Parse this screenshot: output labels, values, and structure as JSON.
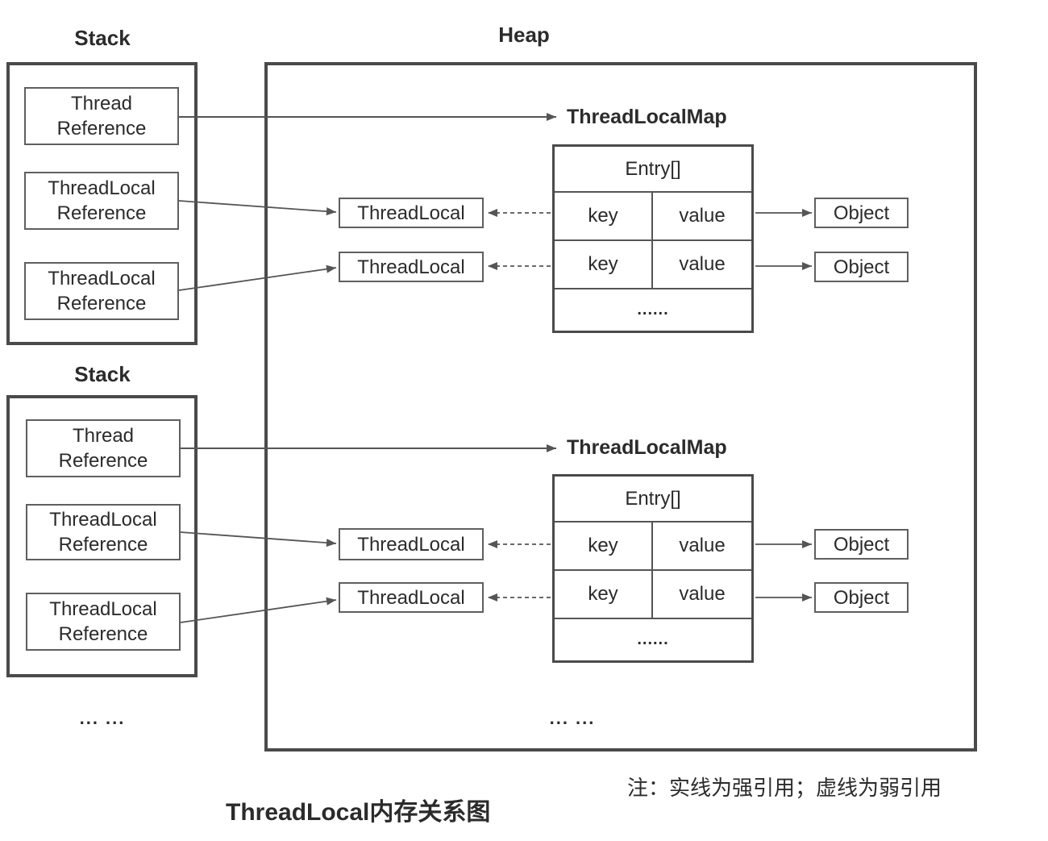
{
  "titles": {
    "heap": "Heap",
    "caption": "ThreadLocal内存关系图",
    "note": "注：实线为强引用；虚线为弱引用"
  },
  "colors": {
    "frame_border": "#4a4a4a",
    "node_border": "#5f5f5f",
    "arrow_line": "#555555",
    "text": "#2b2b2b"
  },
  "ellipsis_left": "... ...",
  "ellipsis_heap": "... ...",
  "stacks": [
    {
      "title": "Stack",
      "items": [
        {
          "line1": "Thread",
          "line2": "Reference"
        },
        {
          "line1": "ThreadLocal",
          "line2": "Reference"
        },
        {
          "line1": "ThreadLocal",
          "line2": "Reference"
        }
      ]
    },
    {
      "title": "Stack",
      "items": [
        {
          "line1": "Thread",
          "line2": "Reference"
        },
        {
          "line1": "ThreadLocal",
          "line2": "Reference"
        },
        {
          "line1": "ThreadLocal",
          "line2": "Reference"
        }
      ]
    }
  ],
  "maps": [
    {
      "title": "ThreadLocalMap",
      "entry_header": "Entry[]",
      "rows": [
        {
          "key": "key",
          "value": "value"
        },
        {
          "key": "key",
          "value": "value"
        }
      ],
      "more": "......",
      "threadlocals": [
        "ThreadLocal",
        "ThreadLocal"
      ],
      "objects": [
        "Object",
        "Object"
      ]
    },
    {
      "title": "ThreadLocalMap",
      "entry_header": "Entry[]",
      "rows": [
        {
          "key": "key",
          "value": "value"
        },
        {
          "key": "key",
          "value": "value"
        }
      ],
      "more": "......",
      "threadlocals": [
        "ThreadLocal",
        "ThreadLocal"
      ],
      "objects": [
        "Object",
        "Object"
      ]
    }
  ]
}
